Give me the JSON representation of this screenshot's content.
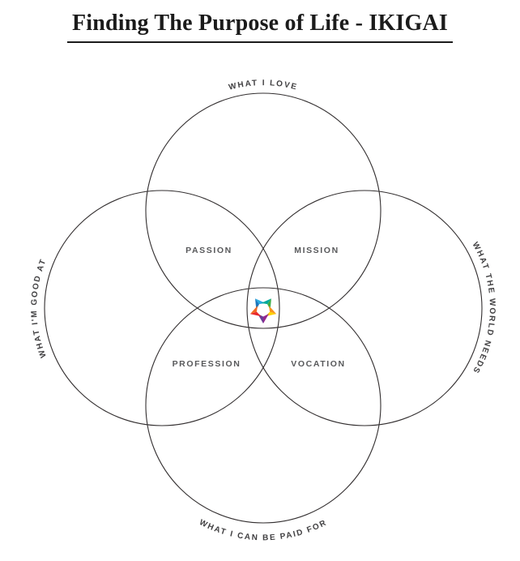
{
  "title": "Finding The Purpose of Life - IKIGAI",
  "circle_labels": {
    "top": "WHAT I LOVE",
    "left": "WHAT I'M GOOD AT",
    "right": "WHAT THE WORLD NEEDS",
    "bottom": "WHAT I CAN BE PAID FOR"
  },
  "intersections": {
    "passion": "PASSION",
    "mission": "MISSION",
    "profession": "PROFESSION",
    "vocation": "VOCATION"
  },
  "center_icon": "ikigai-star",
  "colors": {
    "title": "#1b1b1b",
    "circle_stroke": "#332f30",
    "curved_label": "#414042",
    "intersection_label": "#58595b",
    "star": {
      "blue_dark": "#1b75bc",
      "blue_light": "#29abe2",
      "teal": "#00a99d",
      "green": "#3fae49",
      "orange": "#f7941e",
      "yellow": "#ffd200",
      "purple": "#93268f",
      "purple_dark": "#6a3b97",
      "red": "#e9282b",
      "orange_red": "#f26822"
    }
  }
}
